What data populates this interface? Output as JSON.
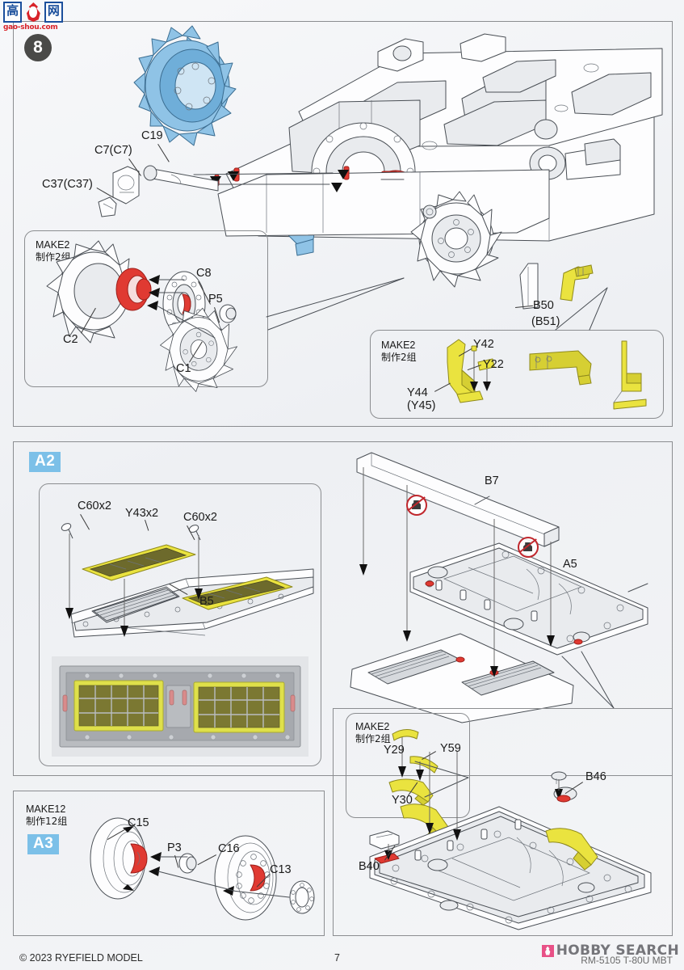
{
  "document": {
    "title": "RYEFIELD MODEL assembly instructions",
    "page_number": "7",
    "copyright": "© 2023 RYEFIELD MODEL",
    "kit_code": "RM-5105 T-80U MBT"
  },
  "watermarks": {
    "gaoshou": {
      "char1": "高",
      "char2": "网",
      "url": "gao-shou.com",
      "icon": "flame-hand-icon"
    },
    "hobby_search": {
      "text": "HOBBY SEARCH",
      "icon": "flame-mark-icon"
    }
  },
  "panels": {
    "step8": {
      "badge": "8",
      "insets": [
        {
          "id": "sprocket-assembly",
          "make_en": "MAKE2",
          "make_cn": "制作2组",
          "parts": [
            "C2",
            "C8",
            "P5",
            "C1"
          ]
        },
        {
          "id": "pe-bracket-assembly",
          "make_en": "MAKE2",
          "make_cn": "制作2组",
          "parts": [
            "Y42",
            "Y22",
            "Y44",
            "(Y45)"
          ]
        }
      ],
      "labels": [
        "C19",
        "C7(C7)",
        "C37(C37)",
        "B50",
        "(B51)"
      ]
    },
    "a2": {
      "badge": "A2",
      "labels": [
        "C60x2",
        "Y43x2",
        "C60x2",
        "B5",
        "B7",
        "A5"
      ],
      "icons": [
        "no-glue-icon",
        "no-glue-icon"
      ]
    },
    "a3": {
      "badge": "A3",
      "make_en": "MAKE12",
      "make_cn": "制作12组",
      "labels": [
        "C15",
        "P3",
        "C16",
        "C13"
      ]
    },
    "rear_plate": {
      "inset": {
        "make_en": "MAKE2",
        "make_cn": "制作2组",
        "parts": [
          "Y29",
          "Y59",
          "Y30"
        ]
      },
      "labels": [
        "B46",
        "B40"
      ]
    }
  },
  "colors": {
    "badge_step": "#4a4a48",
    "badge_sub": "#7cc0e8",
    "highlight_red": "#e03a32",
    "photoetch_yellow": "#eae33f",
    "assembled_blue": "#8fc3e6",
    "panel_border": "#8b8d90",
    "watermark_red": "#d8232a",
    "watermark_gray": "#6b6b70"
  }
}
